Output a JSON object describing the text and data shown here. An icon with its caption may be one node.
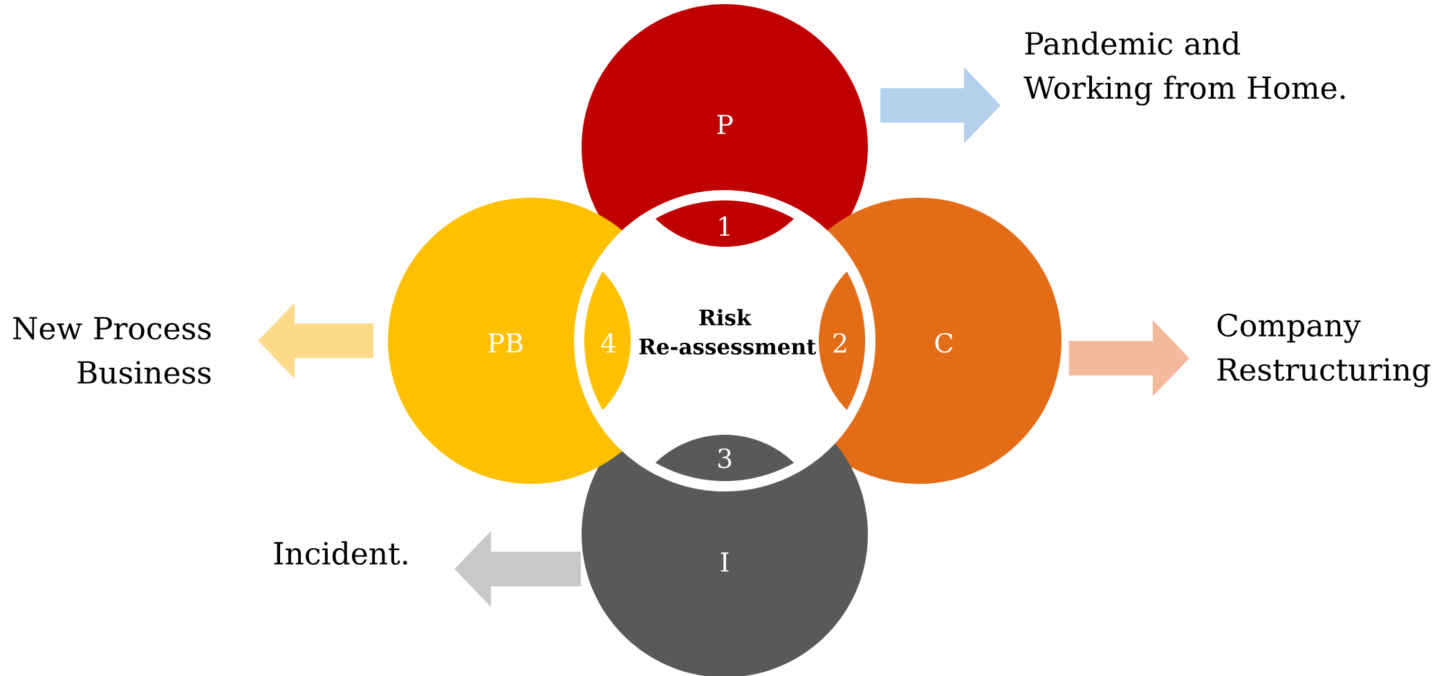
{
  "diagram": {
    "nodes": [
      {
        "text": [
          "P"
        ]
      },
      {
        "text": [
          "C"
        ]
      },
      {
        "text": [
          "I"
        ]
      },
      {
        "text": [
          "PB"
        ]
      },
      {
        "text": [
          "Risk Re-assessment"
        ]
      },
      {
        "text": [
          "1"
        ]
      },
      {
        "text": [
          "2"
        ]
      },
      {
        "text": [
          "3"
        ]
      },
      {
        "text": [
          "4"
        ]
      },
      {
        "text": [
          "Pandemic and Working from Home."
        ]
      },
      {
        "text": [
          "Company Restructuring"
        ]
      },
      {
        "text": [
          "Incident."
        ]
      },
      {
        "text": [
          "New Process Business"
        ]
      }
    ],
    "edges": [
      {
        "from": 0,
        "to": 9,
        "arrow": "to",
        "color": "#b4d0ec"
      },
      {
        "from": 1,
        "to": 10,
        "arrow": "to",
        "color": "#f4b89a"
      },
      {
        "from": 2,
        "to": 11,
        "arrow": "to",
        "color": "#c8c8c8"
      },
      {
        "from": 3,
        "to": 12,
        "arrow": "to",
        "color": "#fdd98a"
      }
    ]
  }
}
